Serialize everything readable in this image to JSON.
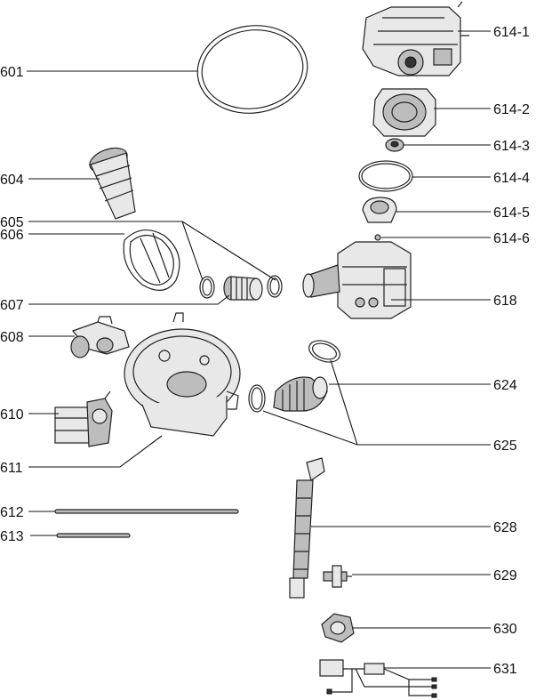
{
  "labels": {
    "p601": "601",
    "p604": "604",
    "p605": "605",
    "p606": "606",
    "p607": "607",
    "p608": "608",
    "p610": "610",
    "p611": "611",
    "p612": "612",
    "p613": "613",
    "p614_1": "614-1",
    "p614_2": "614-2",
    "p614_3": "614-3",
    "p614_4": "614-4",
    "p614_5": "614-5",
    "p614_6": "614-6",
    "p618": "618",
    "p624": "624",
    "p625": "625",
    "p628": "628",
    "p629": "629",
    "p630": "630",
    "p631": "631"
  }
}
